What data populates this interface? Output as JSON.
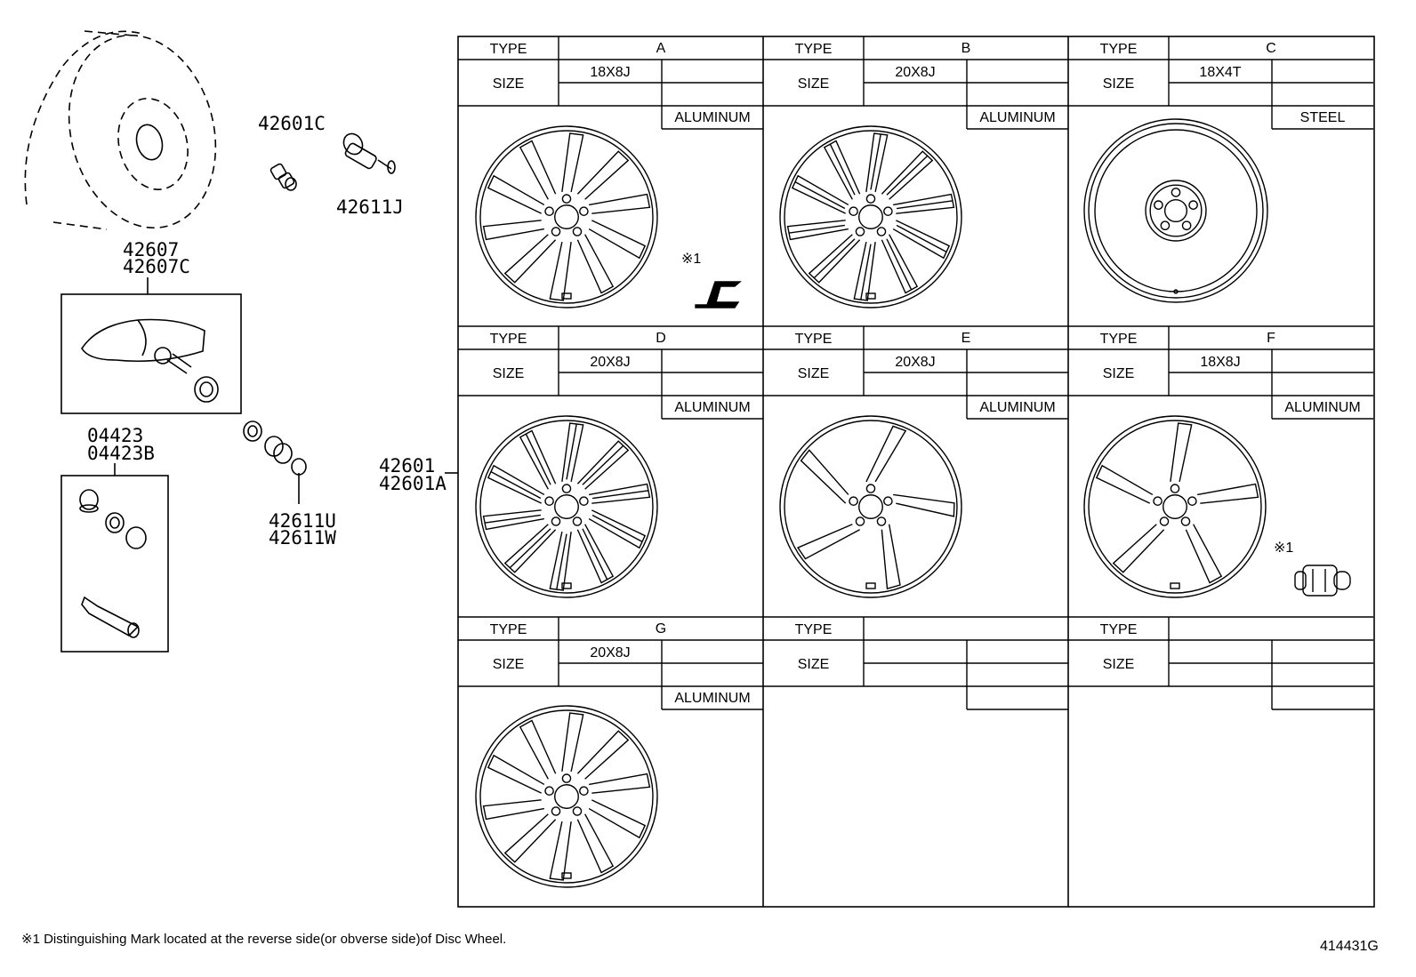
{
  "part_labels": {
    "p42601C": "42601C",
    "p42611J": "42611J",
    "p42607": "42607",
    "p42607C": "42607C",
    "p04423": "04423",
    "p04423B": "04423B",
    "p42611U": "42611U",
    "p42611W": "42611W",
    "p42601": "42601",
    "p42601A": "42601A"
  },
  "table": {
    "type_label": "TYPE",
    "size_label": "SIZE",
    "cells": [
      {
        "type": "A",
        "size": "18X8J",
        "material": "ALUMINUM",
        "note_mark": "※1"
      },
      {
        "type": "B",
        "size": "20X8J",
        "material": "ALUMINUM"
      },
      {
        "type": "C",
        "size": "18X4T",
        "material": "STEEL"
      },
      {
        "type": "D",
        "size": "20X8J",
        "material": "ALUMINUM"
      },
      {
        "type": "E",
        "size": "20X8J",
        "material": "ALUMINUM"
      },
      {
        "type": "F",
        "size": "18X8J",
        "material": "ALUMINUM",
        "note_mark": "※1"
      },
      {
        "type": "G",
        "size": "20X8J",
        "material": "ALUMINUM"
      },
      {
        "type": "",
        "size": "",
        "material": ""
      },
      {
        "type": "",
        "size": "",
        "material": ""
      }
    ]
  },
  "footnote": "※1 Distinguishing Mark located at the reverse side(or obverse side)of Disc Wheel.",
  "diagram_id": "414431G"
}
